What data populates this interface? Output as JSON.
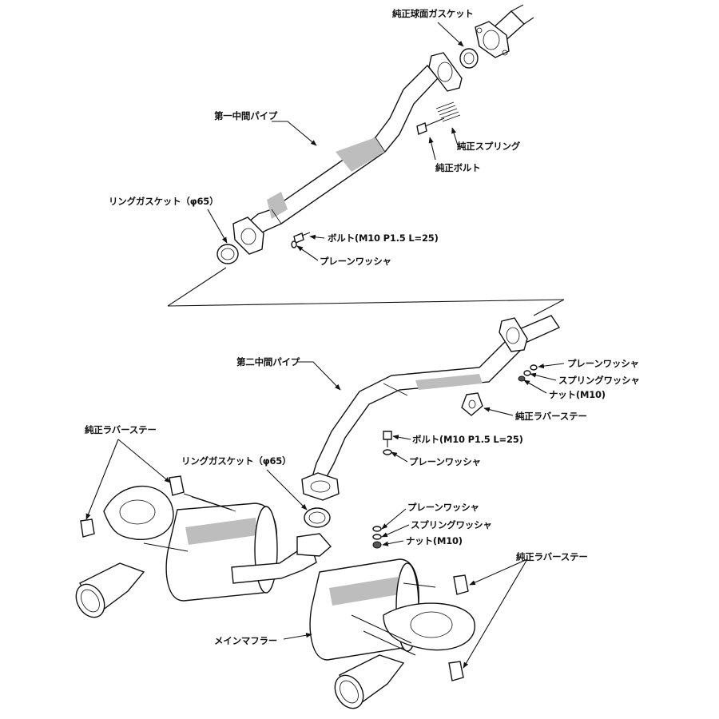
{
  "colors": {
    "line": "#111111",
    "background": "#ffffff",
    "shade": "#bdbdbd"
  },
  "labels": {
    "genuine_spherical_gasket": "純正球面ガスケット",
    "first_mid_pipe": "第一中間パイプ",
    "genuine_spring": "純正スプリング",
    "genuine_bolt": "純正ボルト",
    "ring_gasket_upper": "リングガスケット（φ65）",
    "bolt_upper": "ボルト(M10 P1.5 L=25)",
    "plain_washer_upper": "プレーンワッシャ",
    "second_mid_pipe": "第二中間パイプ",
    "plain_washer_right": "プレーンワッシャ",
    "spring_washer_right": "スプリングワッシャ",
    "nut_right": "ナット(M10)",
    "rubber_stay_right": "純正ラバーステー",
    "bolt_middle": "ボルト(M10 P1.5 L=25)",
    "plain_washer_middle": "プレーンワッシャ",
    "rubber_stay_left": "純正ラバーステー",
    "ring_gasket_lower": "リングガスケット（φ65）",
    "plain_washer_lower": "プレーンワッシャ",
    "spring_washer_lower": "スプリングワッシャ",
    "nut_lower": "ナット(M10)",
    "rubber_stay_lower_right": "純正ラバーステー",
    "main_muffler": "メインマフラー"
  }
}
